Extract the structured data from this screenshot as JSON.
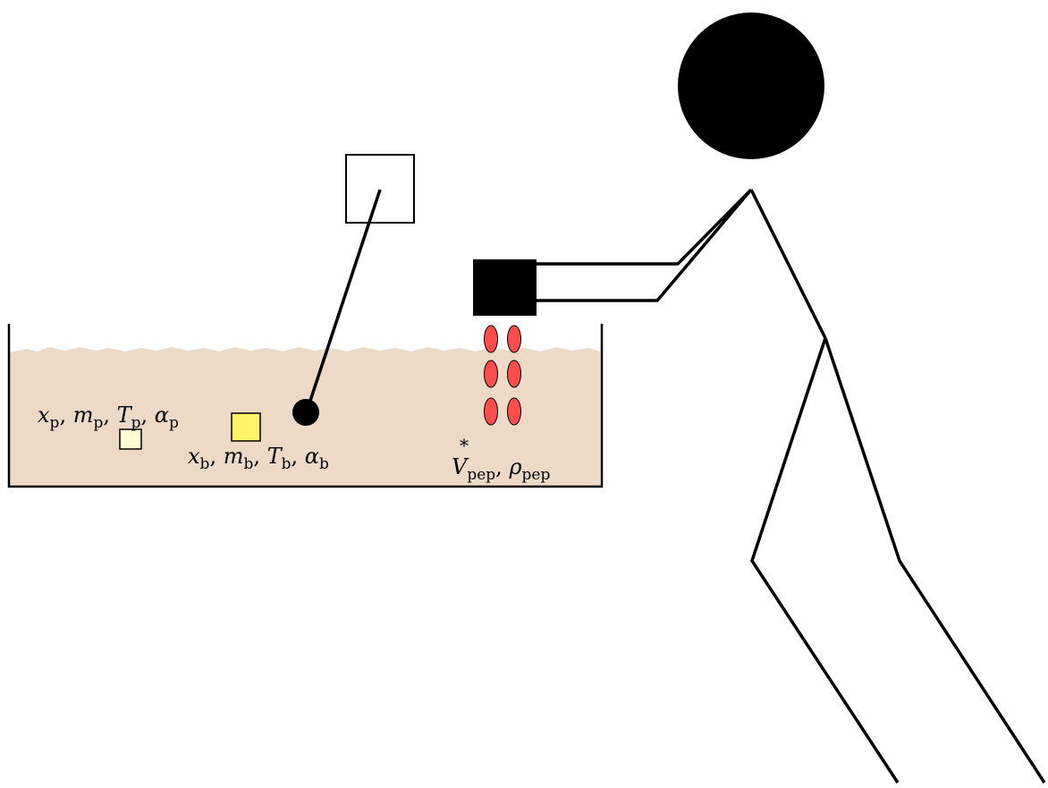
{
  "diagram": {
    "colors": {
      "liquid": "#ecd9c6",
      "vessel_line": "#000000",
      "particle_p_fill": "#fffbd5",
      "particle_b_fill": "#fff566",
      "pepper_fill": "#ff4d4d",
      "sensor_fill": "#000000",
      "person_fill": "#000000"
    },
    "labels": {
      "particle_p": {
        "x": "x",
        "x_sub": "p",
        "m": "m",
        "m_sub": "p",
        "T": "T",
        "T_sub": "p",
        "alpha": "α",
        "alpha_sub": "p"
      },
      "particle_b": {
        "x": "x",
        "x_sub": "b",
        "m": "m",
        "m_sub": "b",
        "T": "T",
        "T_sub": "b",
        "alpha": "α",
        "alpha_sub": "b"
      },
      "pepper": {
        "V": "V",
        "V_accent": "*",
        "V_sub": "pep",
        "rho": "ρ",
        "rho_sub": "pep"
      },
      "comma": ", "
    },
    "icons": [
      "stirred-vessel",
      "probe-sensor-icon",
      "pepper-shaker-icon",
      "pepper-flakes-icon",
      "stick-figure-person-icon"
    ]
  }
}
